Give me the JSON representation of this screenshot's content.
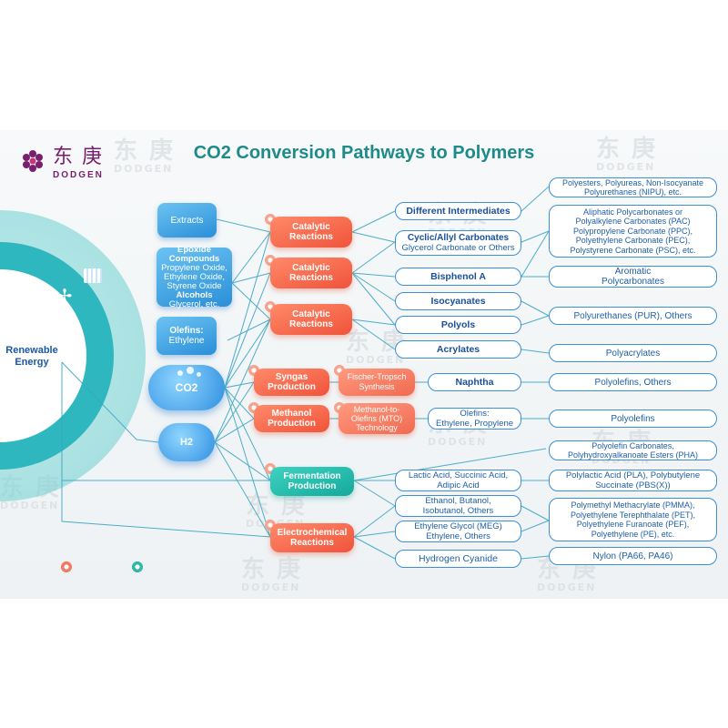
{
  "logo": {
    "chinese": "东庚",
    "english": "DODGEN"
  },
  "title": "CO2 Conversion Pathways to Polymers",
  "center": {
    "label_line1": "Renewable",
    "label_line2": "Energy"
  },
  "sources": {
    "extracts": "Extracts",
    "epoxide": {
      "title1": "Epoxide",
      "title2": "Compounds",
      "items": [
        "Propylene Oxide,",
        "Ethylene Oxide,",
        "Styrene Oxide"
      ],
      "sub_title": "Alcohols",
      "sub_items": [
        "Glycerol, etc."
      ]
    },
    "olefins": {
      "title": "Olefins:",
      "item": "Ethylene"
    },
    "co2": "CO2",
    "h2": "H2"
  },
  "processes": {
    "catalytic1": [
      "Catalytic",
      "Reactions"
    ],
    "catalytic2": [
      "Catalytic",
      "Reactions"
    ],
    "catalytic3": [
      "Catalytic",
      "Reactions"
    ],
    "syngas": [
      "Syngas",
      "Production"
    ],
    "methanol": [
      "Methanol",
      "Production"
    ],
    "fischer": [
      "Fischer-Tropsch",
      "Synthesis"
    ],
    "mto": [
      "Methanol-to-",
      "Olefins (MTO)",
      "Technology"
    ],
    "fermentation": [
      "Fermentation",
      "Production"
    ],
    "electrochemical": [
      "Electrochemical",
      "Reactions"
    ]
  },
  "intermediates": {
    "different": "Different Intermediates",
    "cyclic": {
      "title": "Cyclic/Allyl Carbonates",
      "sub": "Glycerol Carbonate or Others"
    },
    "bisphenol": "Bisphenol A",
    "isocyanates": "Isocyanates",
    "polyols": "Polyols",
    "acrylates": "Acrylates",
    "naphtha": "Naphtha",
    "olefins": [
      "Olefins:",
      "Ethylene, Propylene"
    ],
    "lactic": [
      "Lactic Acid, Succinic Acid,",
      "Adipic Acid"
    ],
    "ethanol": [
      "Ethanol, Butanol,",
      "Isobutanol, Others"
    ],
    "meg": [
      "Ethylene Glycol (MEG)",
      "Ethylene, Others"
    ],
    "hcn": "Hydrogen Cyanide"
  },
  "polymers": {
    "p1": [
      "Polyesters, Polyureas, Non-Isocyanate",
      "Polyurethanes (NIPU), etc."
    ],
    "p2": [
      "Aliphatic Polycarbonates or",
      "Polyalkylene Carbonates (PAC)",
      "Polypropylene Carbonate (PPC),",
      "Polyethylene Carbonate (PEC),",
      "Polystyrene Carbonate (PSC), etc."
    ],
    "p3": [
      "Aromatic",
      "Polycarbonates"
    ],
    "p4": "Polyurethanes (PUR), Others",
    "p5": "Polyacrylates",
    "p6": "Polyolefins, Others",
    "p7": "Polyolefins",
    "p8": [
      "Polyolefin Carbonates,",
      "Polyhydroxyalkanoate Esters (PHA)"
    ],
    "p9": [
      "Polylactic Acid (PLA), Polybutylene",
      "Succinate (PBS(X))"
    ],
    "p10": [
      "Polymethyl Methacrylate (PMMA),",
      "Polyethylene Terephthalate (PET),",
      "Polyethylene Furanoate (PEF),",
      "Polyethylene (PE), etc."
    ],
    "p11": "Nylon (PA66, PA46)"
  },
  "colors": {
    "title": "#1f8a8a",
    "blue": "#2a8fd8",
    "red": "#f0533a",
    "teal": "#14a99b",
    "line": "#3aa6c4"
  },
  "icons": [
    "droplet-icon",
    "wind-turbine-icon",
    "solar-panel-icon",
    "gear-icon"
  ]
}
